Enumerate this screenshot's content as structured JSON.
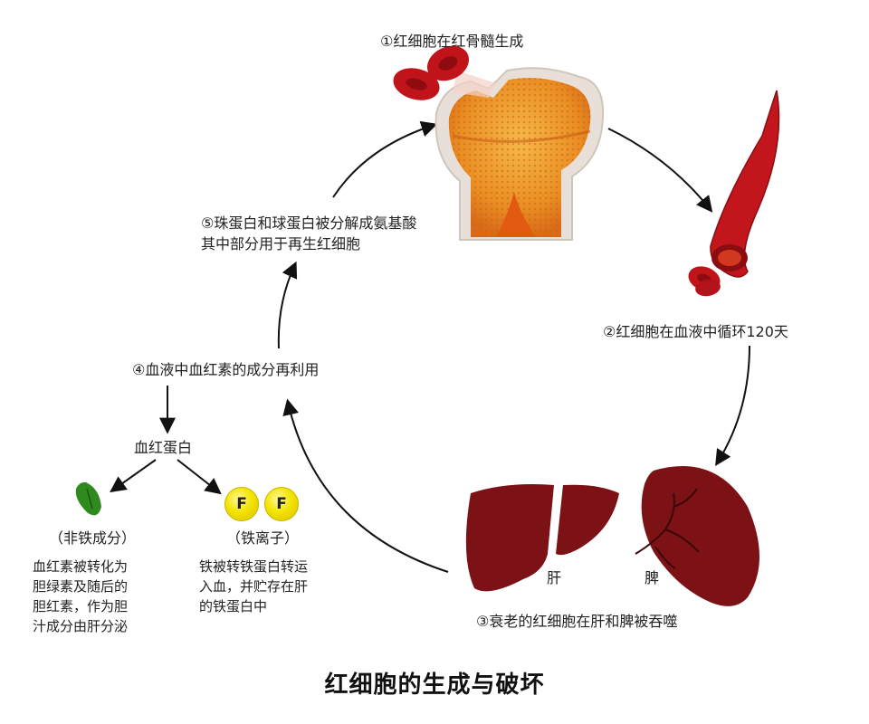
{
  "steps": {
    "step1": "①红细胞在红骨髓生成",
    "step2": "②红细胞在血液中循环120天",
    "step3": "③衰老的红细胞在肝和脾被吞噬",
    "step4": "④血液中血红素的成分再利用",
    "step5_line1": "⑤珠蛋白和球蛋白被分解成氨基酸",
    "step5_line2": "其中部分用于再生红细胞"
  },
  "organs": {
    "liver": "肝",
    "spleen": "脾"
  },
  "hemoglobin": {
    "label": "血红蛋白",
    "non_iron": {
      "title": "（非铁成分）",
      "desc": [
        "血红素被转化为",
        "胆绿素及随后的",
        "胆红素，作为胆",
        "汁成分由肝分泌"
      ]
    },
    "iron": {
      "title": "（铁离子）",
      "desc": [
        "铁被转铁蛋白转运",
        "入血，并贮存在肝",
        "的铁蛋白中"
      ],
      "symbols": [
        "F",
        "F"
      ]
    }
  },
  "title": "红细胞的生成与破坏",
  "colors": {
    "blood": "#b3151c",
    "organ": "#7d1216",
    "marrow": "#f0a030",
    "iron": "#f3e400",
    "green": "#2e8a1e"
  }
}
